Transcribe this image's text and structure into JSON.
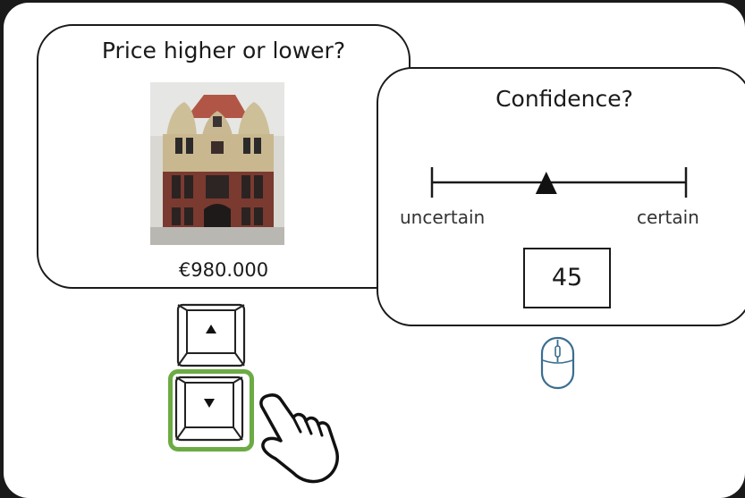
{
  "price_panel": {
    "title": "Price higher or lower?",
    "price": "€980.000",
    "image": "house-facade-photo"
  },
  "confidence_panel": {
    "title": "Confidence?",
    "scale_min_label": "uncertain",
    "scale_max_label": "certain",
    "slider_level_percent": 45,
    "value": "45"
  },
  "keys": {
    "up_icon": "arrow-up-key-icon",
    "down_icon": "arrow-down-key-icon",
    "selected": "down"
  },
  "colors": {
    "highlight": "#6cab44",
    "mouse": "#3b6d8f",
    "background": "#1a1a1a"
  },
  "icons": [
    "mouse-icon",
    "pointing-hand-icon"
  ]
}
